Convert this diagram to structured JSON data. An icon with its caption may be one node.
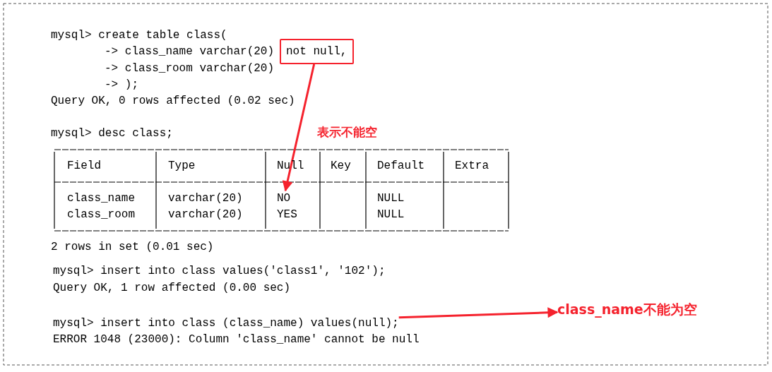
{
  "diagram": {
    "nodes": [
      {
        "text": [
          "not null,"
        ]
      },
      {
        "text": [
          "NO"
        ]
      },
      {
        "text": [
          "mysql> insert into class (class_name) values(null);"
        ]
      },
      {
        "text": [
          "class_name不能为空"
        ]
      }
    ],
    "edges": [
      {
        "from": 0,
        "to": 1,
        "arrow": "to",
        "label": "表示不能空"
      },
      {
        "from": 2,
        "to": 3,
        "arrow": "to"
      }
    ],
    "labels": [
      "mysql> create table class(",
      "-> class_name varchar(20)",
      "-> class_room varchar(20)",
      "-> );",
      "Query OK, 0 rows affected (0.02 sec)",
      "mysql> desc class;",
      "Field",
      "Type",
      "Null",
      "Key",
      "Default",
      "Extra",
      "class_name",
      "varchar(20)",
      "NULL",
      "class_room",
      "varchar(20)",
      "YES",
      "NULL",
      "2 rows in set (0.01 sec)",
      "mysql> insert into class values('class1', '102');",
      "Query OK, 1 row affected (0.00 sec)",
      "ERROR 1048 (23000): Column 'class_name' cannot be null"
    ]
  }
}
